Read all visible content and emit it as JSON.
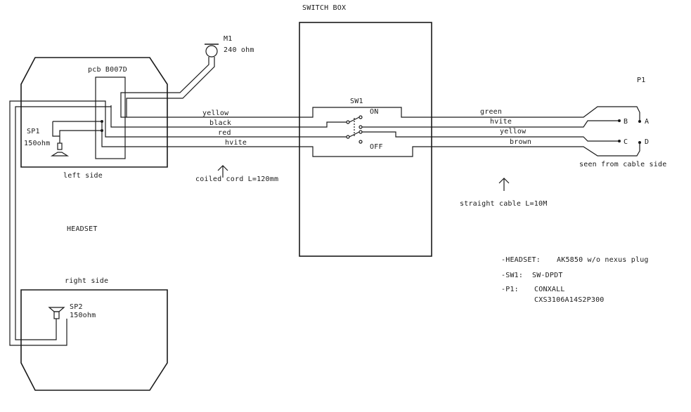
{
  "switch_box": {
    "title": "SWITCH BOX"
  },
  "mic": {
    "ref": "M1",
    "value": "240 ohm"
  },
  "pcb": {
    "label": "pcb B007D"
  },
  "speaker1": {
    "ref": "SP1",
    "value": "150ohm"
  },
  "speaker2": {
    "ref": "SP2",
    "value": "150ohm"
  },
  "left_side": "left side",
  "right_side": "right side",
  "headset_label": "HEADSET",
  "switch": {
    "ref": "SW1",
    "on": "ON",
    "off": "OFF"
  },
  "coiled_wires": [
    "yellow",
    "black",
    "red",
    "hvite"
  ],
  "coiled_cord": "coiled cord L=120mm",
  "straight_wires": [
    "green",
    "hvite",
    "yellow",
    "brown"
  ],
  "straight_cable": "straight cable L=10M",
  "connector": {
    "ref": "P1",
    "pins": [
      "A",
      "B",
      "C",
      "D"
    ],
    "view_note": "seen from cable side"
  },
  "notes": [
    {
      "key": "-HEADSET:",
      "value": "AK5850 w/o nexus plug"
    },
    {
      "key": "-SW1:",
      "value": "SW-DPDT"
    },
    {
      "key": "-P1:",
      "value": "CONXALL",
      "value2": "CXS3106A14S2P300"
    }
  ]
}
